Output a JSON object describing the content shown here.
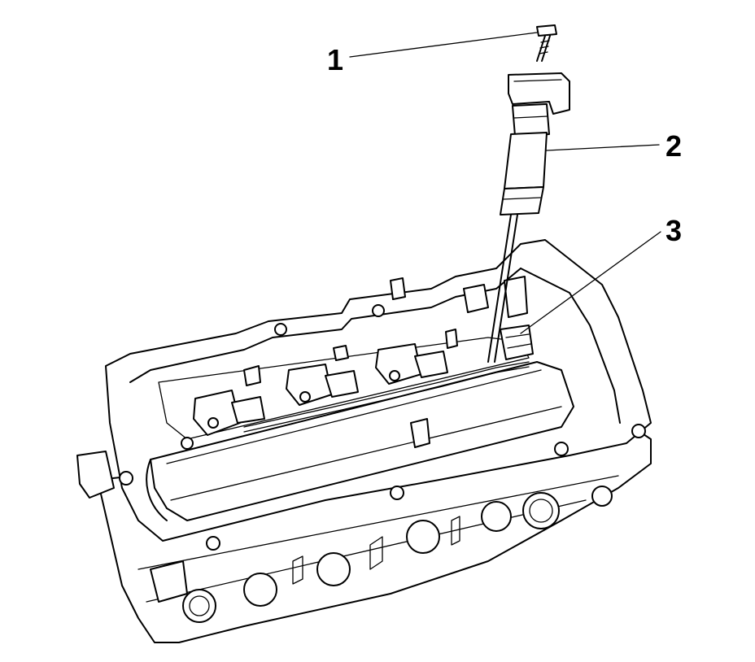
{
  "callouts": [
    {
      "number": "1",
      "target": "bolt"
    },
    {
      "number": "2",
      "target": "ignition-coil"
    },
    {
      "number": "3",
      "target": "coil-electrical-connector"
    }
  ]
}
